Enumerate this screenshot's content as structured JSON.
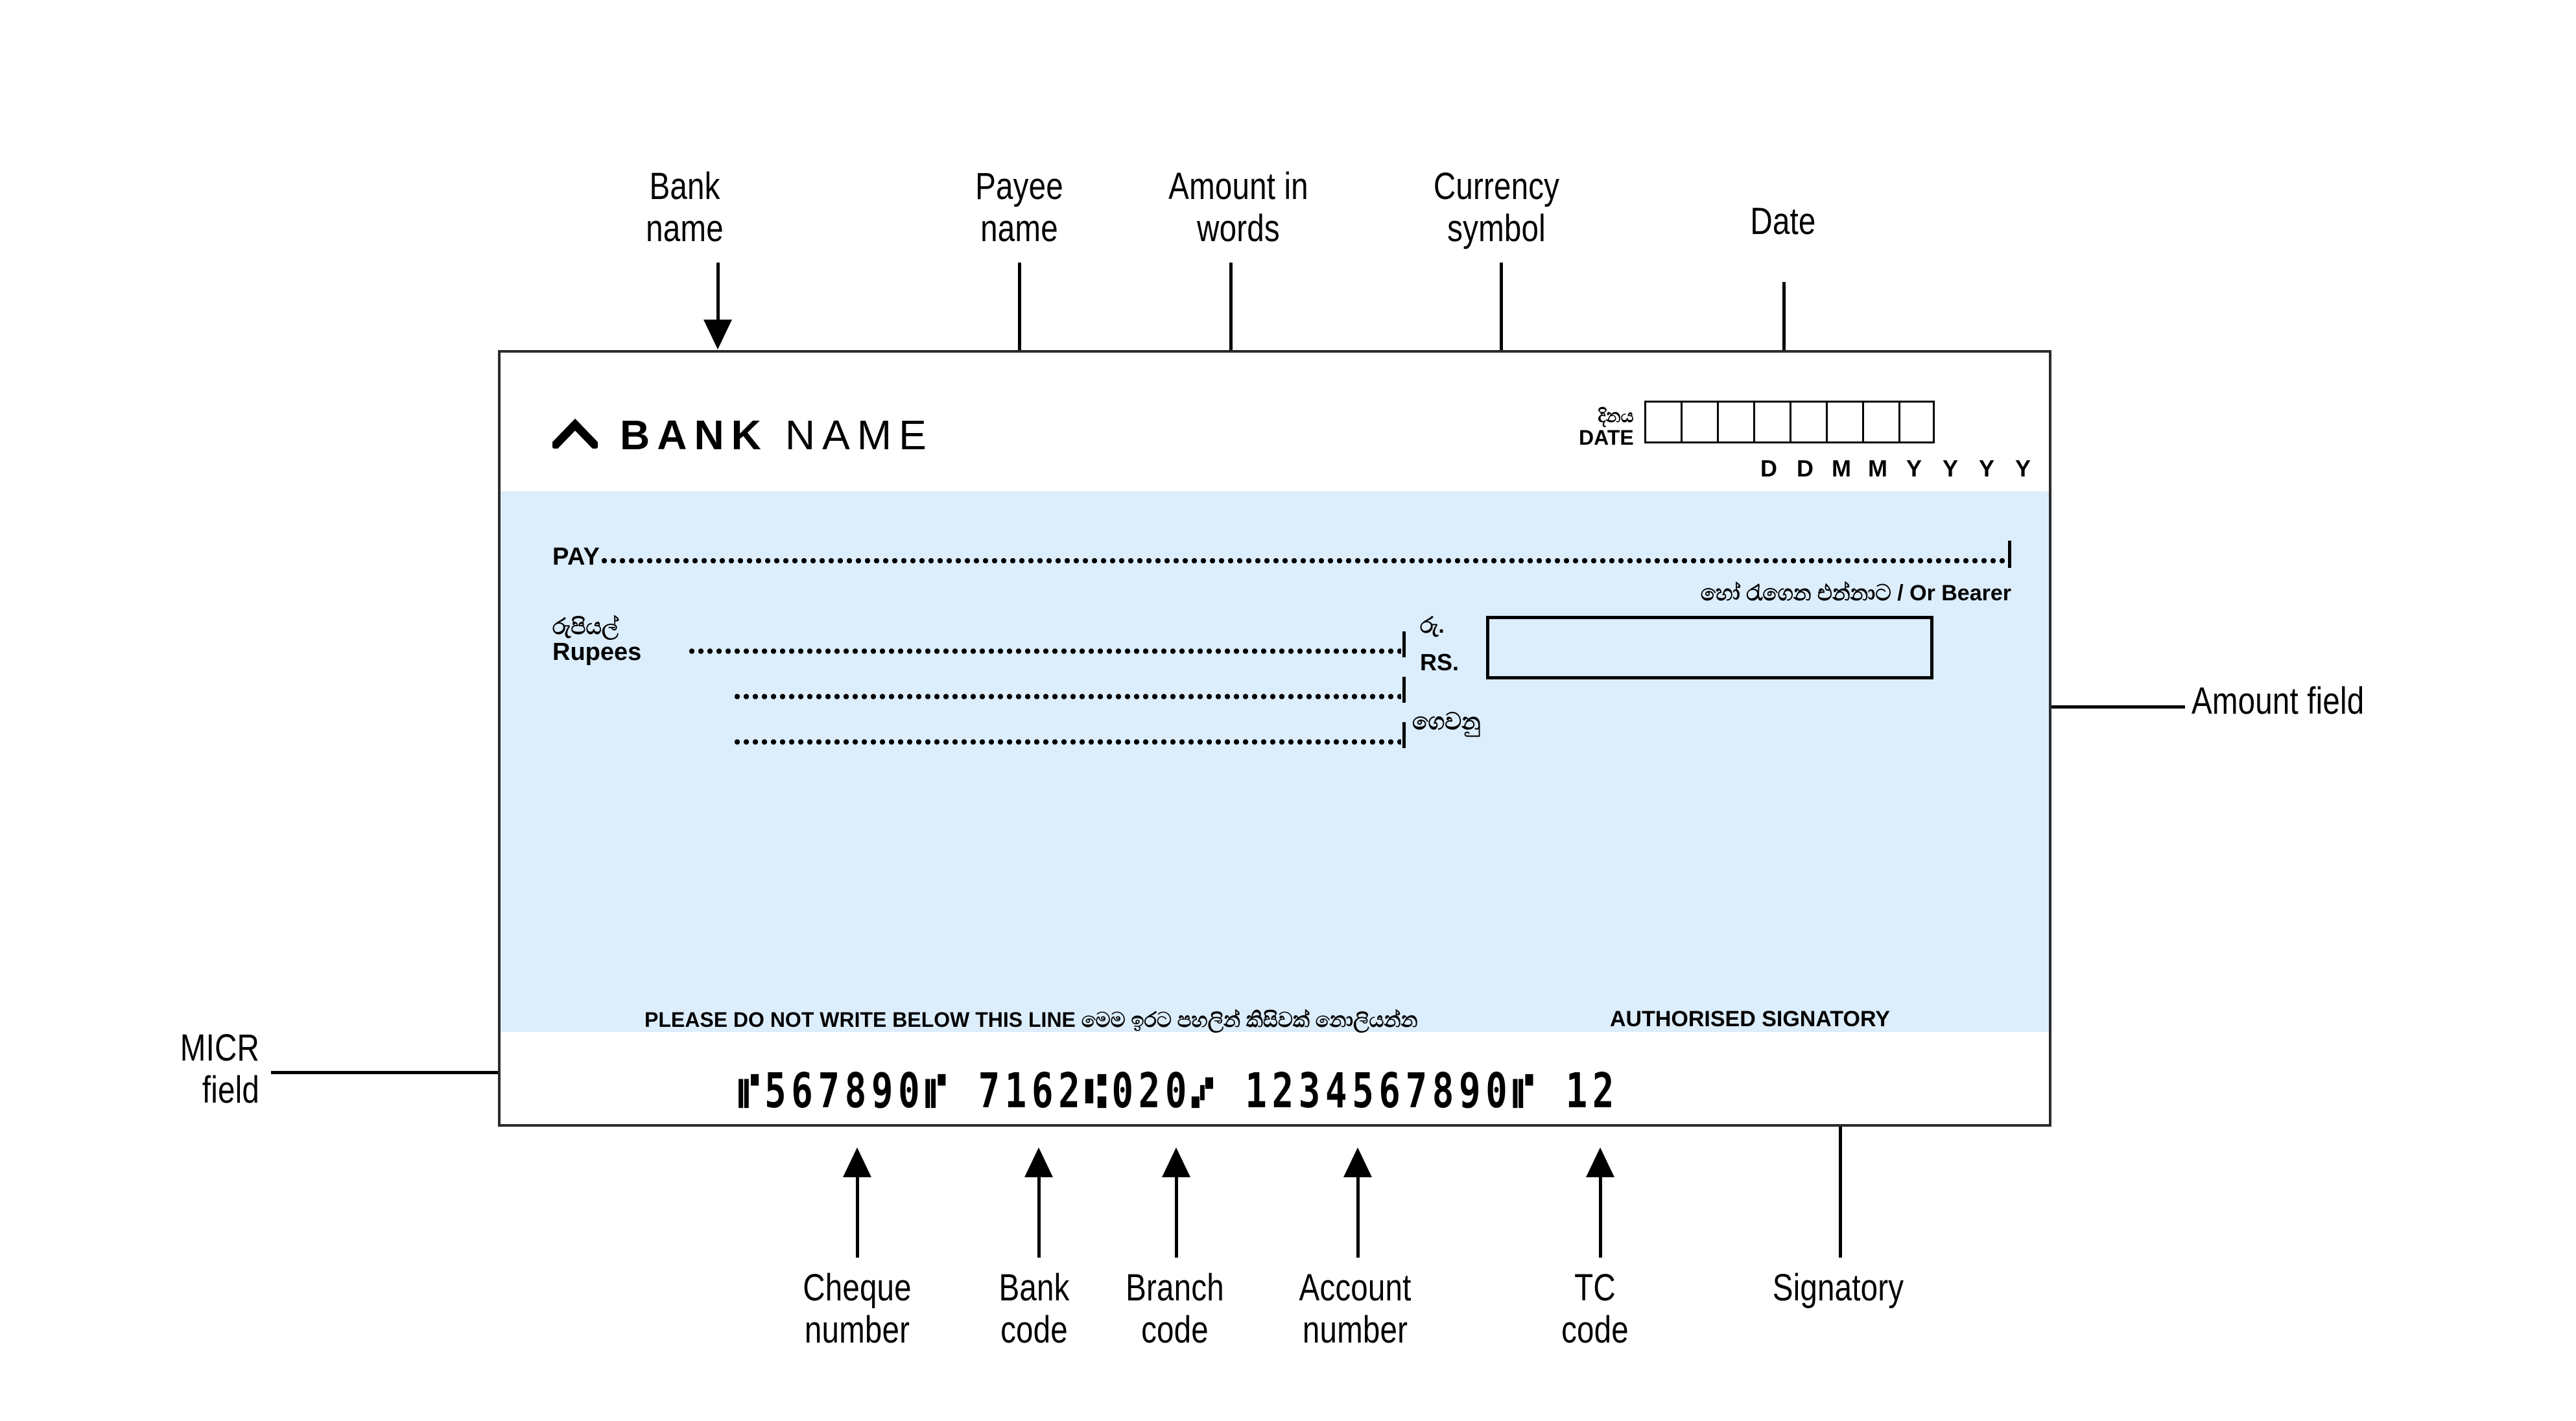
{
  "diagram": {
    "title": "Annotated bank cheque (Sri Lanka) with field callouts",
    "accent_blue": "#dcedfb",
    "border_color": "#2b2b2b",
    "ink": "#000000"
  },
  "annotations": {
    "bank_name": "Bank\nname",
    "payee_name": "Payee\nname",
    "amount_in_words": "Amount in\nwords",
    "currency_symbol": "Currency\nsymbol",
    "date": "Date",
    "amount_field": "Amount field",
    "micr_field": "MICR\nfield",
    "cheque_number": "Cheque\nnumber",
    "bank_code": "Bank\ncode",
    "branch_code": "Branch\ncode",
    "account_number": "Account\nnumber",
    "tc_code": "TC\ncode",
    "signatory": "Signatory"
  },
  "cheque": {
    "logo": {
      "icon": "chevron-up-icon",
      "name_bold": "BANK",
      "name_light": "NAME"
    },
    "date": {
      "label_sinhala": "දිනය",
      "label_english": "DATE",
      "boxes": [
        "",
        "",
        "",
        "",
        "",
        "",
        "",
        ""
      ],
      "format_letters": [
        "D",
        "D",
        "M",
        "M",
        "Y",
        "Y",
        "Y",
        "Y"
      ]
    },
    "pay": {
      "label": "PAY",
      "value": "",
      "or_bearer": "හෝ රැගෙන එන්නාට / Or Bearer"
    },
    "rupees": {
      "label_sinhala": "රුපියල්",
      "label_english": "Rupees",
      "line1": "",
      "line2": "",
      "line3": "",
      "trailing_sinhala": "ගෙවනු"
    },
    "currency": {
      "symbol_sinhala": "රු.",
      "symbol_english": "RS.",
      "amount_value": ""
    },
    "footer": {
      "no_write_note": "PLEASE DO NOT WRITE BELOW THIS LINE මෙම ඉරට පහලින් කිසිවක් නොලියන්න",
      "authorised_signatory": "AUTHORISED SIGNATORY"
    },
    "micr": {
      "full_line": "⑈567890⑈ 7162⑆020⑇ 1234567890⑈ 12",
      "cheque_number": "567890",
      "bank_code": "7162",
      "branch_code": "020",
      "account_number": "1234567890",
      "tc_code": "12"
    }
  }
}
